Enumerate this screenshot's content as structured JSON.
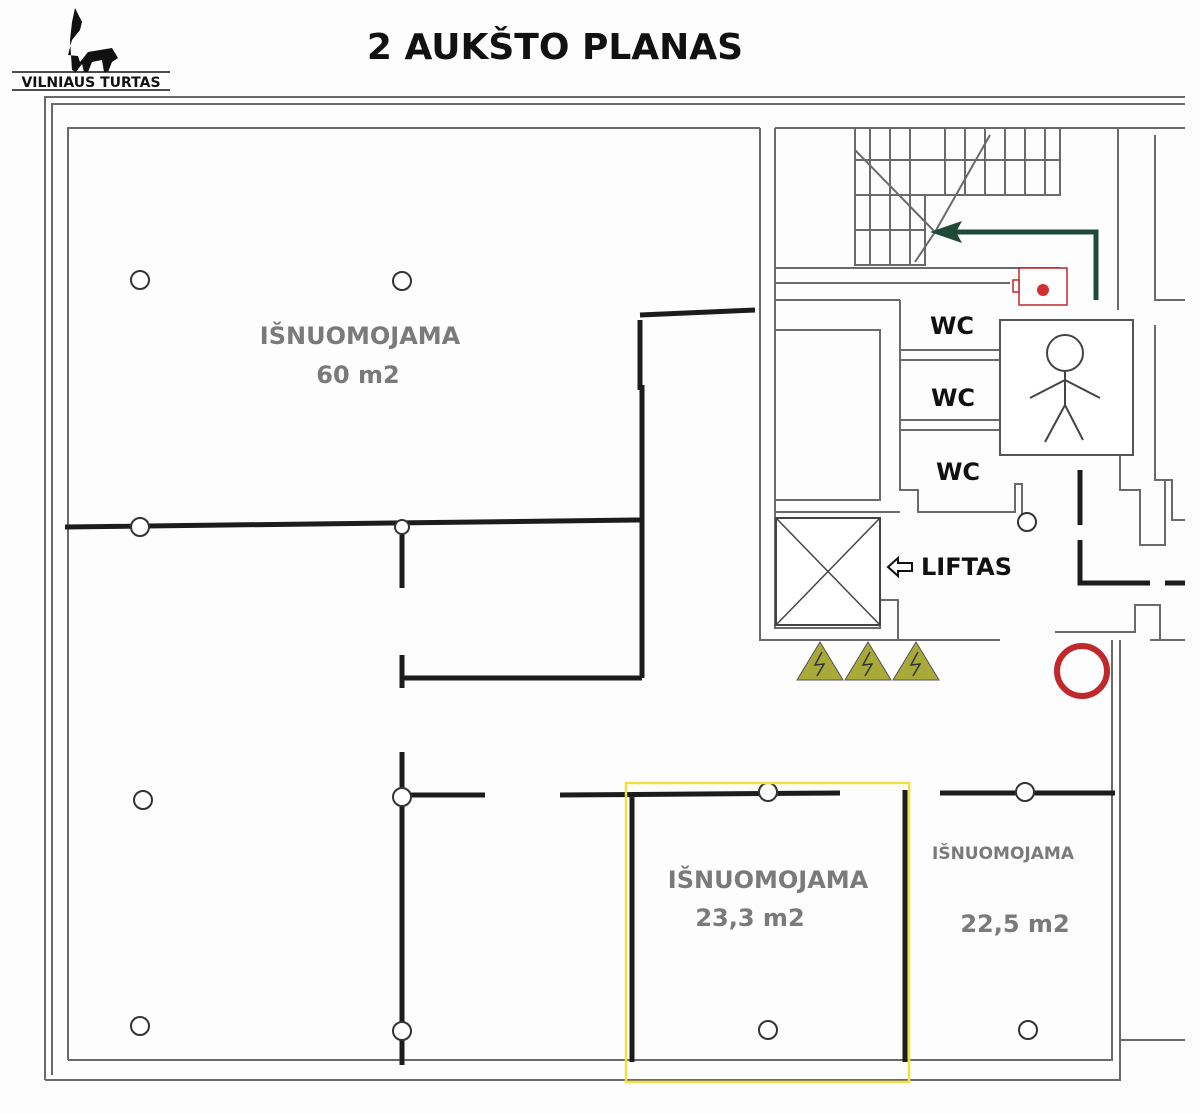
{
  "header": {
    "title": "2 AUKŠTO PLANAS",
    "logo_text": "VILNIAUS TURTAS"
  },
  "rooms": [
    {
      "label": "IŠNUOMOJAMA",
      "area": "60 m2"
    },
    {
      "label": "IŠNUOMOJAMA",
      "area": "23,3 m2",
      "highlighted": true
    },
    {
      "label": "IŠNUOMOJAMA",
      "area": "22,5 m2"
    }
  ],
  "core": {
    "wc": [
      "WC",
      "WC",
      "WC"
    ],
    "lift": "LIFTAS"
  },
  "colors": {
    "highlight": "#f0e040",
    "alarm": "#c0282c",
    "exit_arrow": "#1f4a3a",
    "hazard": "#a9a93a"
  }
}
